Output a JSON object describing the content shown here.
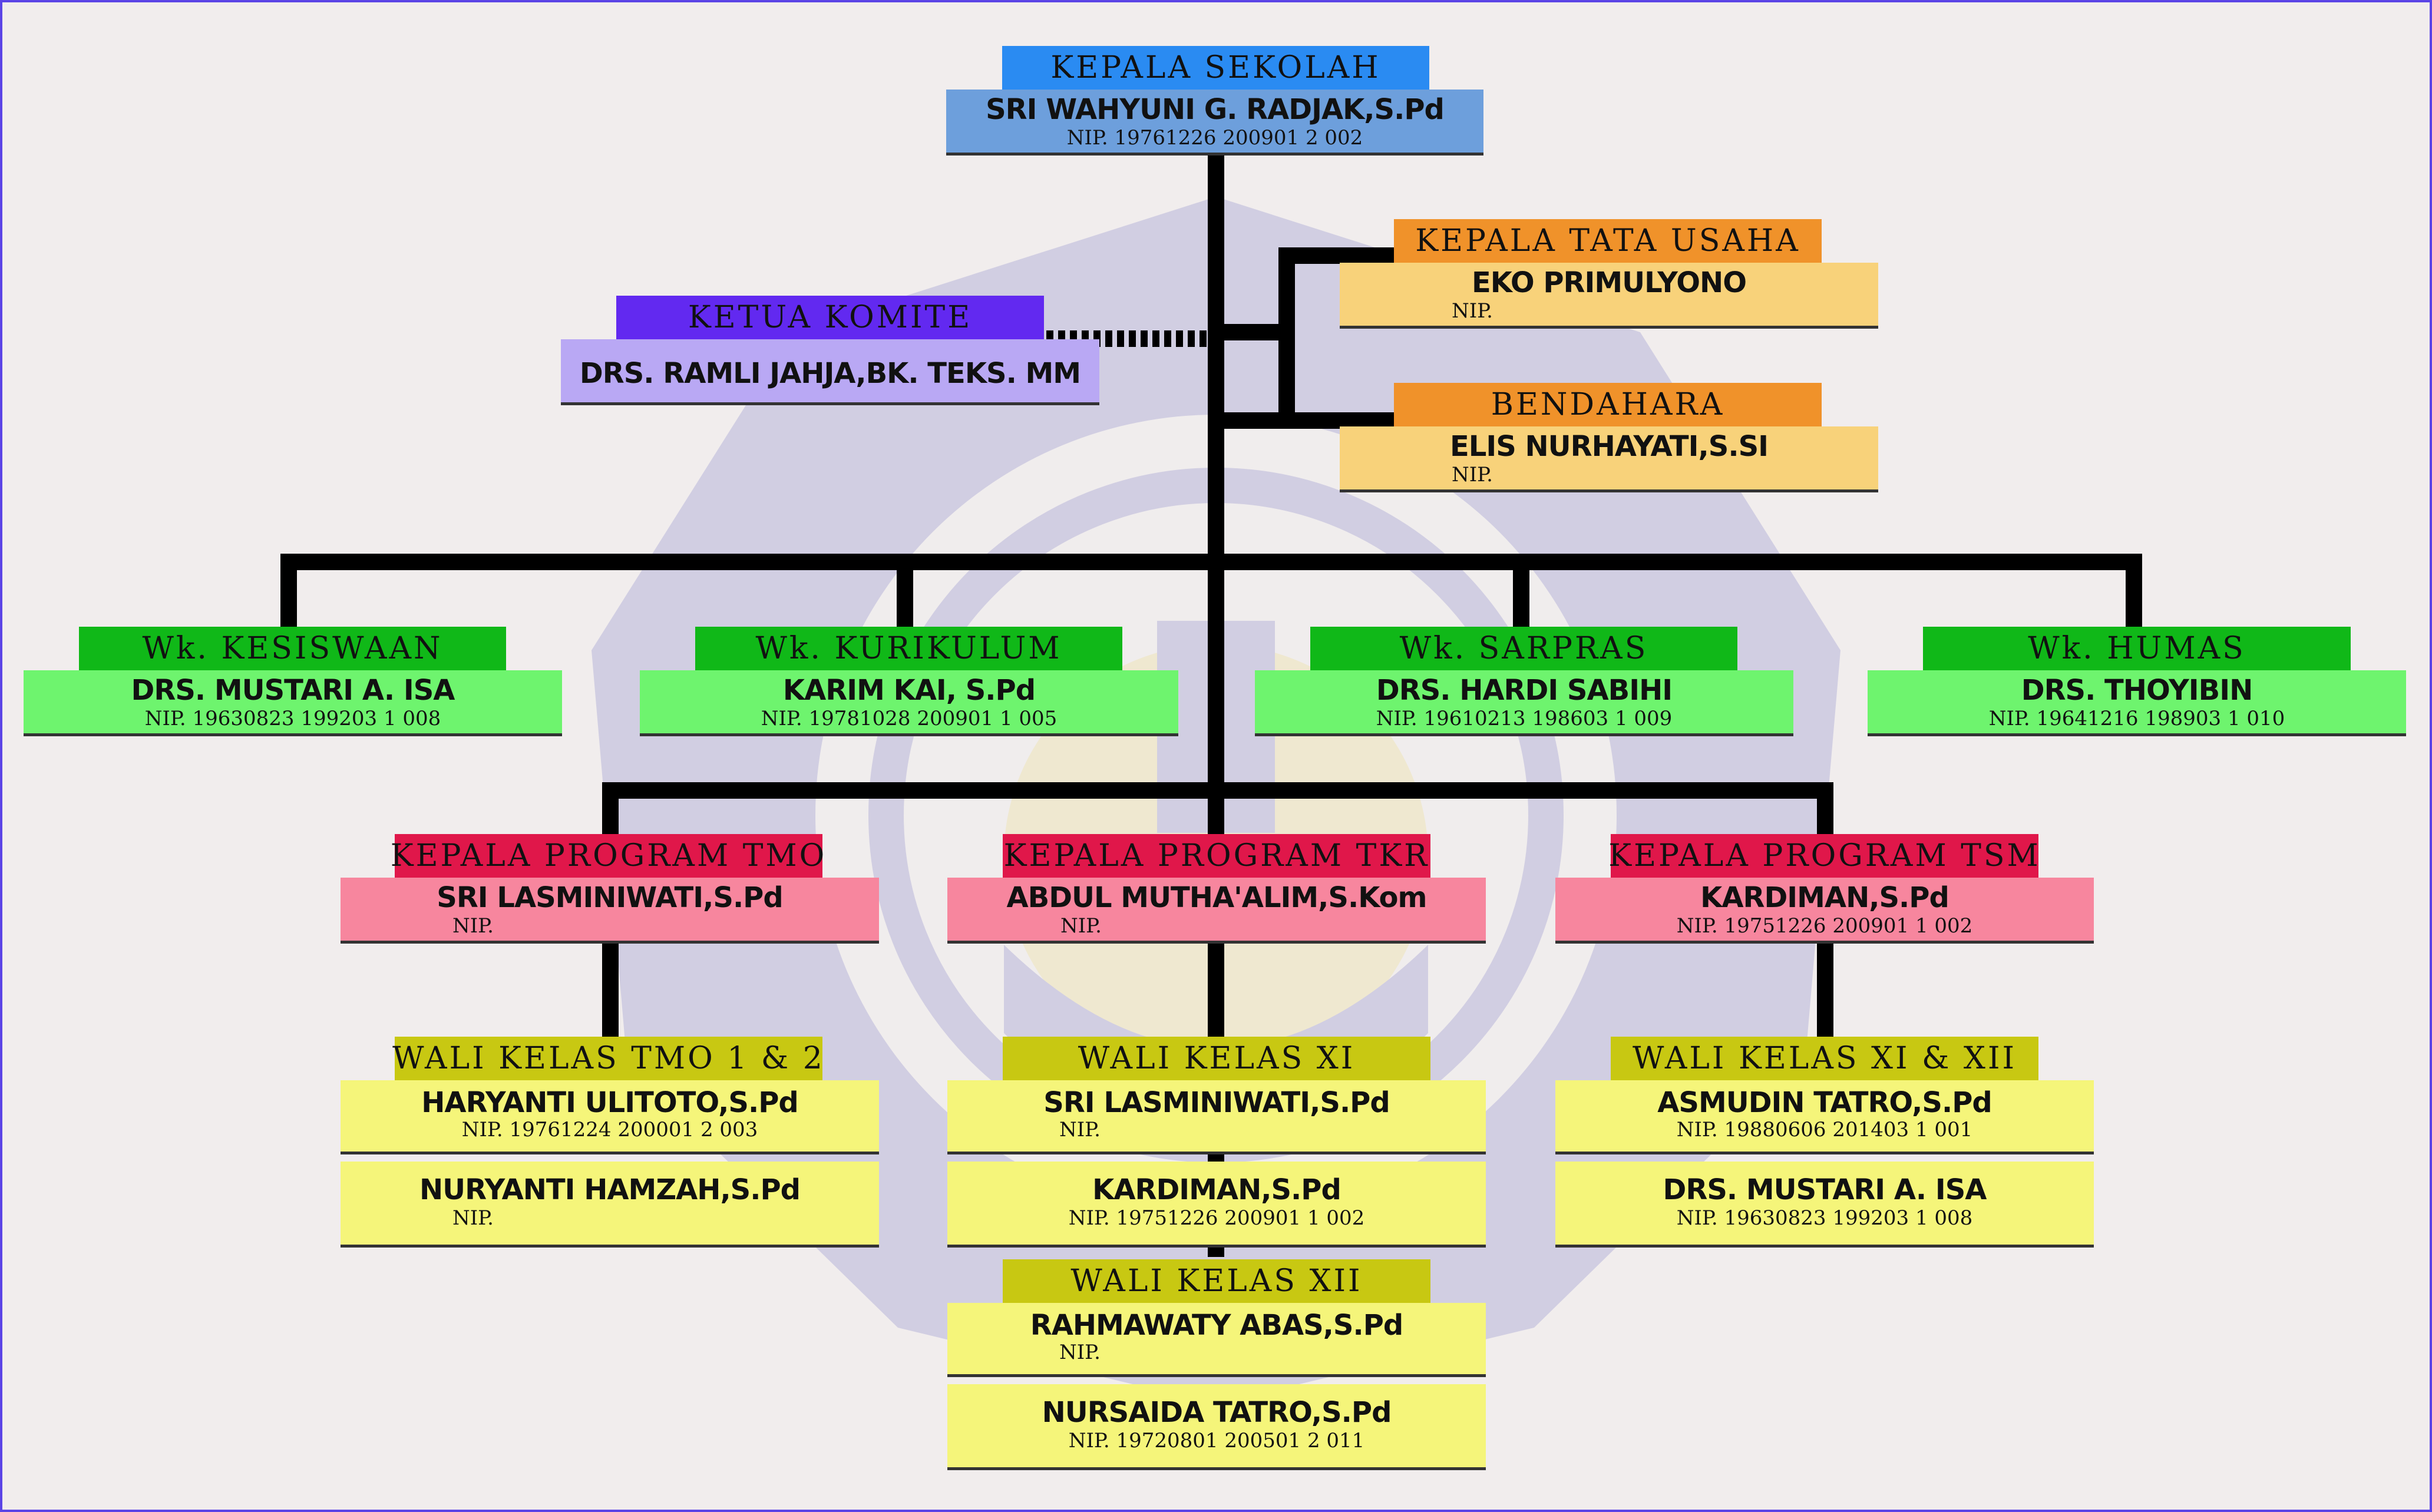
{
  "colors": {
    "frame": "#5b44e6",
    "line": "#000000",
    "head_header": "#2a8bf2",
    "head_body": "#6d9fdc",
    "admin_header": "#f0922a",
    "admin_body": "#f8d27a",
    "komite_header": "#6229f0",
    "komite_body": "#b9a8f4",
    "wk_header": "#10b818",
    "wk_body": "#6ef46e",
    "prog_header": "#e0174a",
    "prog_body": "#f7869e",
    "wali_header": "#c8c812",
    "wali_body": "#f5f57a"
  },
  "kepala_sekolah": {
    "title": "KEPALA SEKOLAH",
    "name": "SRI WAHYUNI G. RADJAK,S.Pd",
    "nip": "NIP. 19761226 200901 2 002"
  },
  "tata_usaha": {
    "title": "KEPALA TATA USAHA",
    "name": "EKO PRIMULYONO",
    "nip": "NIP."
  },
  "bendahara": {
    "title": "BENDAHARA",
    "name": "ELIS NURHAYATI,S.SI",
    "nip": "NIP."
  },
  "komite": {
    "title": "KETUA KOMITE",
    "name": "DRS. RAMLI JAHJA,BK. TEKS. MM"
  },
  "wakil": [
    {
      "title": "Wk. KESISWAAN",
      "name": "DRS. MUSTARI A. ISA",
      "nip": "NIP. 19630823 199203 1 008"
    },
    {
      "title": "Wk. KURIKULUM",
      "name": "KARIM KAI, S.Pd",
      "nip": "NIP. 19781028 200901 1 005"
    },
    {
      "title": "Wk. SARPRAS",
      "name": "DRS. HARDI SABIHI",
      "nip": "NIP. 19610213 198603 1 009"
    },
    {
      "title": "Wk. HUMAS",
      "name": "DRS. THOYIBIN",
      "nip": "NIP. 19641216 198903 1 010"
    }
  ],
  "program": [
    {
      "title": "KEPALA PROGRAM TMO",
      "name": "SRI LASMINIWATI,S.Pd",
      "nip": "NIP."
    },
    {
      "title": "KEPALA PROGRAM TKR",
      "name": "ABDUL MUTHA'ALIM,S.Kom",
      "nip": "NIP."
    },
    {
      "title": "KEPALA PROGRAM TSM",
      "name": "KARDIMAN,S.Pd",
      "nip": "NIP. 19751226 200901 1 002"
    }
  ],
  "wali": [
    {
      "title": "WALI KELAS TMO 1 & 2",
      "members": [
        {
          "name": "HARYANTI ULITOTO,S.Pd",
          "nip": "NIP. 19761224 200001 2 003"
        },
        {
          "name": "NURYANTI HAMZAH,S.Pd",
          "nip": "NIP."
        }
      ]
    },
    {
      "title": "WALI KELAS XI",
      "members": [
        {
          "name": "SRI LASMINIWATI,S.Pd",
          "nip": "NIP."
        },
        {
          "name": "KARDIMAN,S.Pd",
          "nip": "NIP. 19751226 200901 1 002"
        }
      ]
    },
    {
      "title": "WALI KELAS XI & XII",
      "members": [
        {
          "name": "ASMUDIN TATRO,S.Pd",
          "nip": "NIP. 19880606 201403 1 001"
        },
        {
          "name": "DRS. MUSTARI A. ISA",
          "nip": "NIP. 19630823 199203 1 008"
        }
      ]
    },
    {
      "title": "WALI KELAS XII",
      "members": [
        {
          "name": "RAHMAWATY ABAS,S.Pd",
          "nip": "NIP."
        },
        {
          "name": "NURSAIDA TATRO,S.Pd",
          "nip": "NIP. 19720801 200501 2 011"
        }
      ]
    }
  ]
}
